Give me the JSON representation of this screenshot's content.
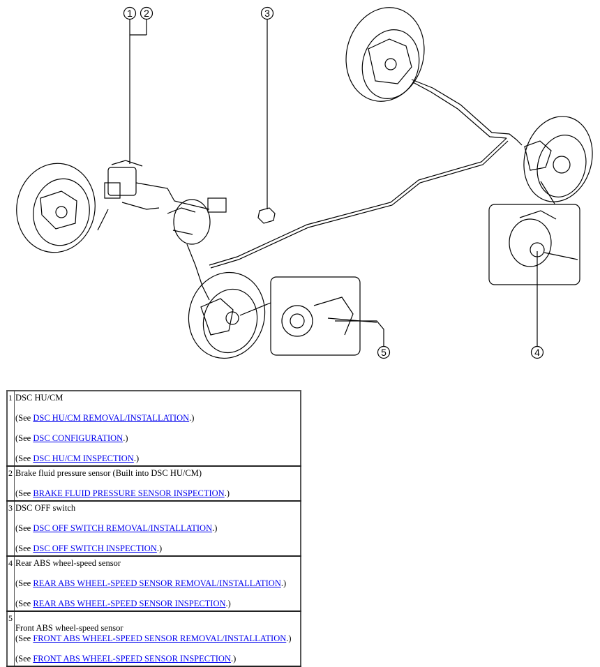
{
  "callouts": [
    "1",
    "2",
    "3",
    "4",
    "5"
  ],
  "items": [
    {
      "number": "1",
      "name": "DSC HU/CM",
      "refs": [
        {
          "prefix": "(See ",
          "link": "DSC HU/CM REMOVAL/INSTALLATION",
          "suffix": ".)"
        },
        {
          "prefix": "(See ",
          "link": "DSC CONFIGURATION",
          "suffix": ".)"
        },
        {
          "prefix": "(See ",
          "link": "DSC HU/CM INSPECTION",
          "suffix": ".)"
        }
      ]
    },
    {
      "number": "2",
      "name": "Brake fluid pressure sensor (Built into DSC HU/CM)",
      "refs": [
        {
          "prefix": "(See ",
          "link": "BRAKE FLUID PRESSURE SENSOR INSPECTION",
          "suffix": ".)"
        }
      ]
    },
    {
      "number": "3",
      "name": "DSC OFF switch",
      "refs": [
        {
          "prefix": "(See ",
          "link": "DSC OFF SWITCH REMOVAL/INSTALLATION",
          "suffix": ".)"
        },
        {
          "prefix": "(See ",
          "link": "DSC OFF SWITCH INSPECTION",
          "suffix": ".)"
        }
      ]
    },
    {
      "number": "4",
      "name": "Rear ABS wheel-speed sensor",
      "refs": [
        {
          "prefix": "(See ",
          "link": "REAR ABS WHEEL-SPEED SENSOR REMOVAL/INSTALLATION",
          "suffix": ".)"
        },
        {
          "prefix": "(See ",
          "link": "REAR ABS WHEEL-SPEED SENSOR INSPECTION",
          "suffix": ".)"
        }
      ]
    },
    {
      "number": "5",
      "name": "Front ABS wheel-speed sensor",
      "refs": [
        {
          "prefix": "(See ",
          "link": "FRONT ABS WHEEL-SPEED SENSOR REMOVAL/INSTALLATION",
          "suffix": ".)"
        },
        {
          "prefix": "(See ",
          "link": "FRONT ABS WHEEL-SPEED SENSOR INSPECTION",
          "suffix": ".)"
        }
      ]
    }
  ]
}
